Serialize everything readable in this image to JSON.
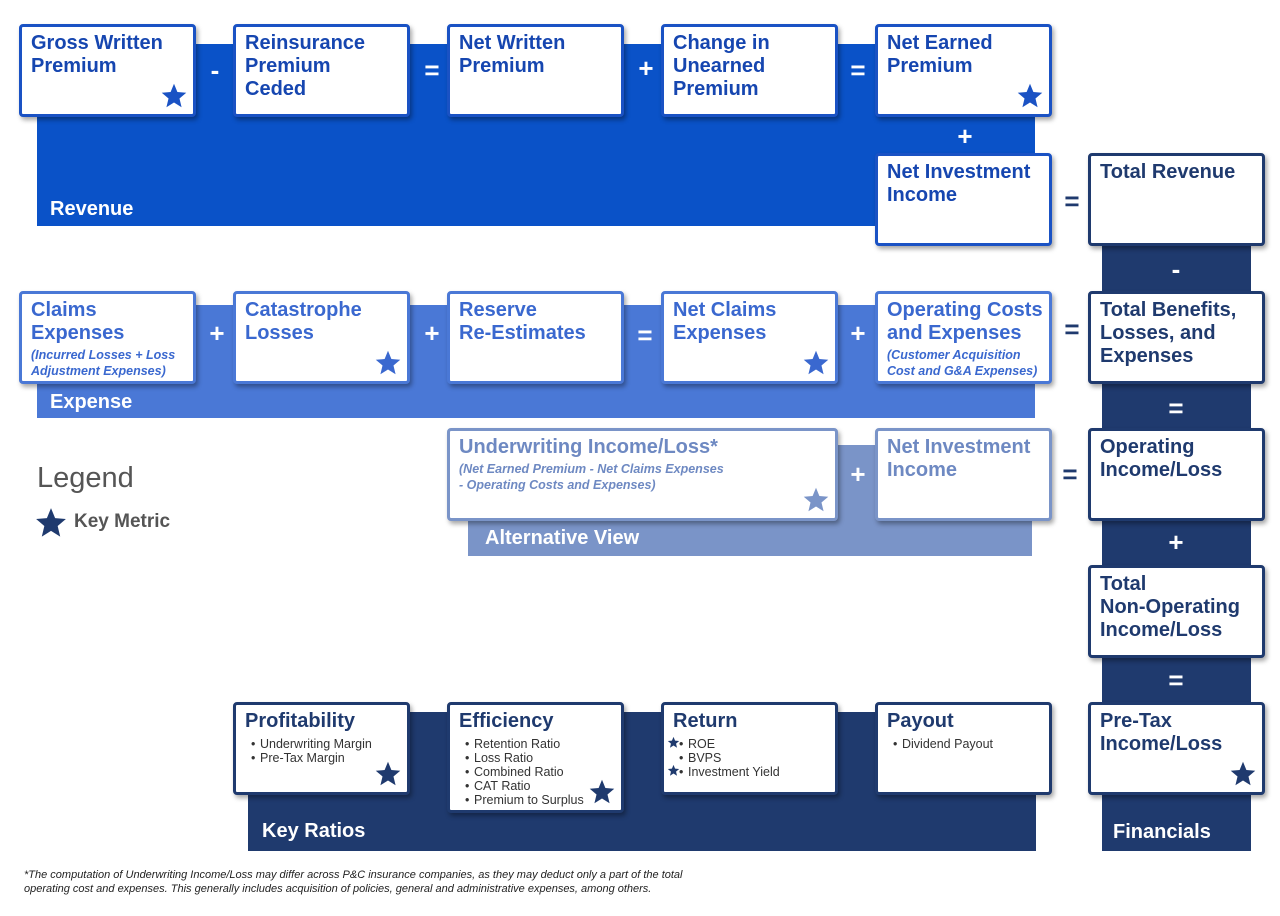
{
  "colors": {
    "revenue": "#0a52c8",
    "expense": "#4a78d6",
    "alternative": "#7a94c8",
    "financials": "#1f3a6e",
    "key_ratios": "#1f3a6e"
  },
  "bands": {
    "revenue": "Revenue",
    "expense": "Expense",
    "alternative": "Alternative View",
    "key_ratios": "Key Ratios",
    "financials": "Financials"
  },
  "revenue_row": {
    "gross_written_premium": "Gross Written\nPremium",
    "reinsurance_premium_ceded": "Reinsurance\nPremium\nCeded",
    "net_written_premium": "Net Written\nPremium",
    "change_in_unearned_premium": "Change in\nUnearned\nPremium",
    "net_earned_premium": "Net Earned\nPremium",
    "net_investment_income": "Net Investment\nIncome"
  },
  "expense_row": {
    "claims_expenses": "Claims Expenses",
    "claims_expenses_sub": "(Incurred Losses + Loss\nAdjustment Expenses)",
    "catastrophe_losses": "Catastrophe\nLosses",
    "reserve_re_estimates": "Reserve\nRe-Estimates",
    "net_claims_expenses": "Net Claims\nExpenses",
    "operating_costs": "Operating Costs\nand Expenses",
    "operating_costs_sub": "(Customer Acquisition\nCost and G&A Expenses)"
  },
  "alternative_row": {
    "underwriting_income": "Underwriting Income/Loss*",
    "underwriting_income_sub": "(Net Earned Premium - Net Claims Expenses\n- Operating Costs and Expenses)",
    "net_investment_income": "Net Investment\nIncome"
  },
  "financials_col": {
    "total_revenue": "Total Revenue",
    "total_benefits": "Total Benefits,\nLosses, and\nExpenses",
    "operating_income": "Operating\nIncome/Loss",
    "non_operating_income": "Total\nNon-Operating\nIncome/Loss",
    "pre_tax_income": "Pre-Tax\nIncome/Loss"
  },
  "operators": {
    "minus": "-",
    "plus": "+",
    "equals": "="
  },
  "key_ratios": {
    "profitability": {
      "title": "Profitability",
      "items": [
        "Underwriting Margin",
        "Pre-Tax Margin"
      ]
    },
    "efficiency": {
      "title": "Efficiency",
      "items": [
        "Retention Ratio",
        "Loss Ratio",
        "Combined Ratio",
        "CAT Ratio",
        "Premium to Surplus"
      ]
    },
    "return": {
      "title": "Return",
      "items": [
        "ROE",
        "BVPS",
        "Investment Yield"
      ]
    },
    "payout": {
      "title": "Payout",
      "items": [
        "Dividend Payout"
      ]
    }
  },
  "legend": {
    "title": "Legend",
    "key_metric": "Key Metric"
  },
  "footnote": "*The computation of Underwriting Income/Loss may differ across P&C insurance companies, as they may deduct only a part of the total\noperating cost and expenses. This generally includes acquisition of policies, general and administrative expenses, among others."
}
